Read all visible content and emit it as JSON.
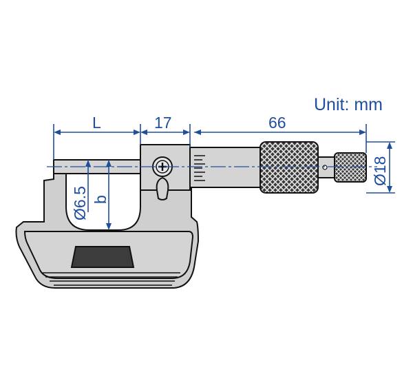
{
  "diagram": {
    "unit_label": "Unit: mm",
    "dimensions": {
      "anvil_length": "L",
      "frame_width": "17",
      "thimble_length": "66",
      "spindle_diameter": "Ø6.5",
      "throat_depth": "b",
      "ratchet_diameter": "Ø18"
    },
    "colors": {
      "dimension": "#1f4e9c",
      "body": "#cfcfcf",
      "outline": "#111111"
    }
  }
}
